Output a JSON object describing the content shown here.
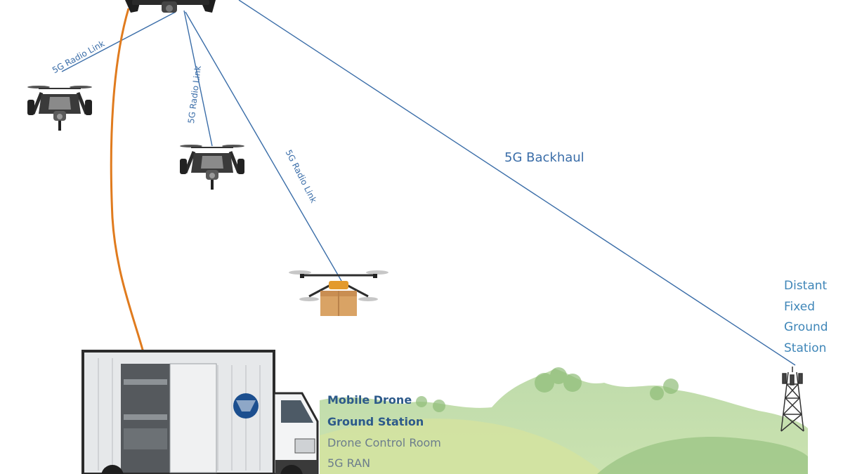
{
  "diagram": {
    "links": {
      "radio_link_1": "5G Radio Link",
      "radio_link_2": "5G Radio Link",
      "radio_link_3": "5G Radio Link",
      "backhaul": "5G Backhaul"
    },
    "ground_station": {
      "label": "Distant Fixed Ground Station"
    },
    "mobile_station": {
      "title_line1": "Mobile Drone",
      "title_line2": "Ground Station",
      "subtitle_line1": "Drone Control Room",
      "subtitle_line2": "5G RAN"
    },
    "colors": {
      "link_line": "#3a6da8",
      "tether": "#e07b1e",
      "hills": "#9cc586",
      "truck": "#e6e8ea",
      "package": "#d9a365"
    }
  }
}
